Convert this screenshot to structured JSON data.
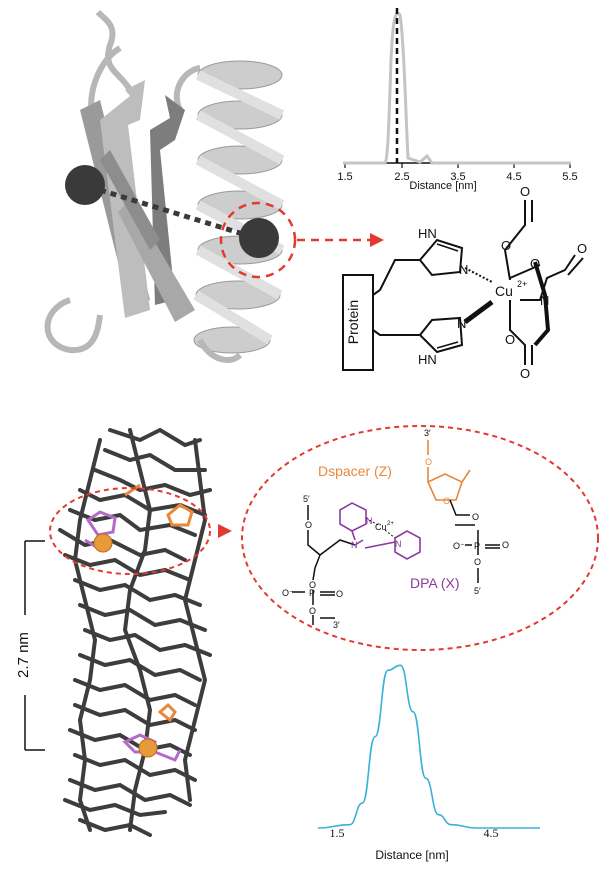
{
  "colors": {
    "ribbon": "#c8c8c8",
    "ribbon_dark": "#8a8a8a",
    "spin": "#3a3a3a",
    "dashed_red": "#e23a30",
    "dna": "#3d3d3d",
    "orange": "#e8883a",
    "purple": "#8b3ba0",
    "cyan": "#3bb0d8",
    "black": "#111111"
  },
  "top_chart": {
    "x_ticks": [
      "1.5",
      "2.5",
      "3.5",
      "4.5",
      "5.5"
    ],
    "x_label": "Distance [nm]"
  },
  "cu_complex": {
    "protein_label": "Protein",
    "nh_top": "HN",
    "nh_bottom": "HN",
    "n_top": "N",
    "n_bottom": "N",
    "n_edta": "N",
    "metal": "Cu",
    "charge": "2+",
    "oxygens": [
      "O",
      "O",
      "O",
      "O",
      "O",
      "O"
    ]
  },
  "dna_structure": {
    "scale_label": "2.7 nm"
  },
  "dna_inset": {
    "dspacer_label": "Dspacer (Z)",
    "dpa_label": "DPA (X)",
    "five_prime_top": "5′",
    "three_prime_top": "3′",
    "three_prime_bottom": "3′",
    "five_prime_bottom": "5′",
    "cu_label": "Cu",
    "cu_charge": "2+",
    "n_labels": [
      "N",
      "N",
      "N"
    ],
    "o_labels": [
      "O",
      "O",
      "O",
      "O",
      "O",
      "O",
      "O",
      "O",
      "O"
    ],
    "p_labels": [
      "P",
      "P"
    ],
    "o_minus": [
      "O⁻",
      "O⁻"
    ]
  },
  "bottom_chart": {
    "chart_data": {
      "type": "line",
      "x_ticks": [
        "1.5",
        "4.5"
      ],
      "x_label": "Distance [nm]",
      "series": [
        {
          "x": [
            1.5,
            2.0,
            2.2,
            2.4,
            2.6,
            2.8,
            3.0,
            3.2,
            3.4,
            3.6,
            4.0,
            4.5,
            5.0
          ],
          "values": [
            0.0,
            0.02,
            0.15,
            0.55,
            0.95,
            0.98,
            0.7,
            0.3,
            0.08,
            0.02,
            0.0,
            0.0,
            0.0
          ]
        }
      ]
    }
  }
}
